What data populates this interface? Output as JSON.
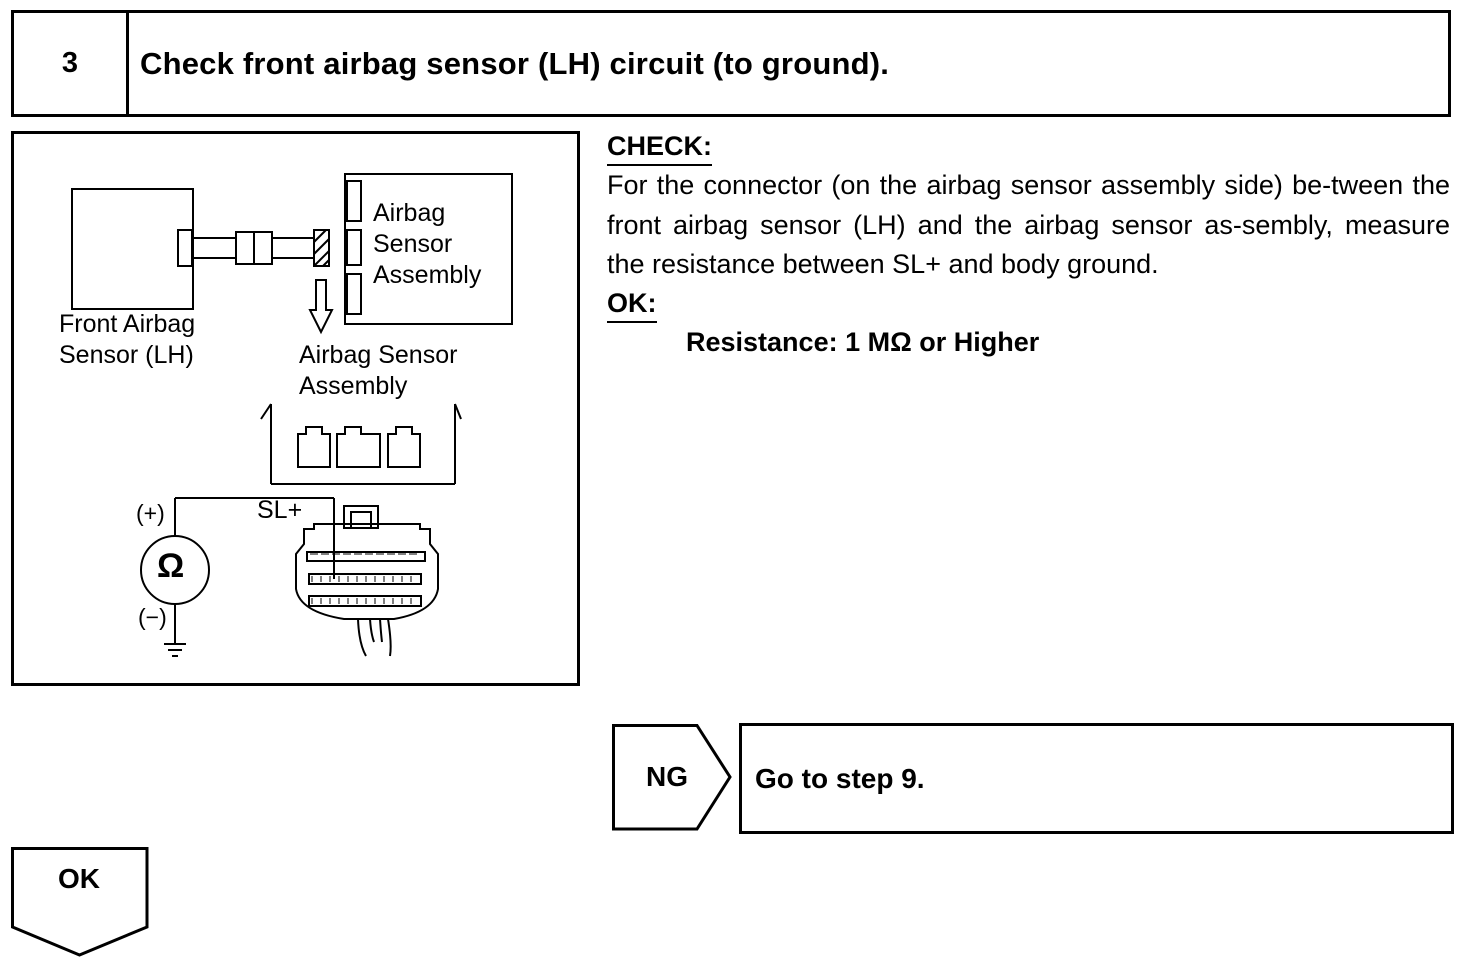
{
  "step": {
    "number": "3",
    "title": "Check front airbag sensor (LH) circuit (to ground)."
  },
  "figure": {
    "labels": {
      "airbag_sensor_assembly_box": "Airbag\nSensor\nAssembly",
      "front_airbag_sensor": "Front Airbag\nSensor (LH)",
      "airbag_sensor_assembly": "Airbag Sensor\nAssembly",
      "plus": "(+)",
      "minus": "(−)",
      "sl_plus": "SL+",
      "ohm": "Ω"
    }
  },
  "check": {
    "heading": "CHECK:",
    "text": "For the connector (on the airbag sensor assembly side) be-tween the front airbag sensor (LH) and the airbag sensor as-sembly, measure the resistance between SL+ and body ground."
  },
  "ok": {
    "heading": "OK:",
    "spec": "Resistance: 1 MΩ or Higher"
  },
  "branches": {
    "ng_label": "NG",
    "ng_action": "Go to step 9.",
    "ok_label": "OK"
  }
}
